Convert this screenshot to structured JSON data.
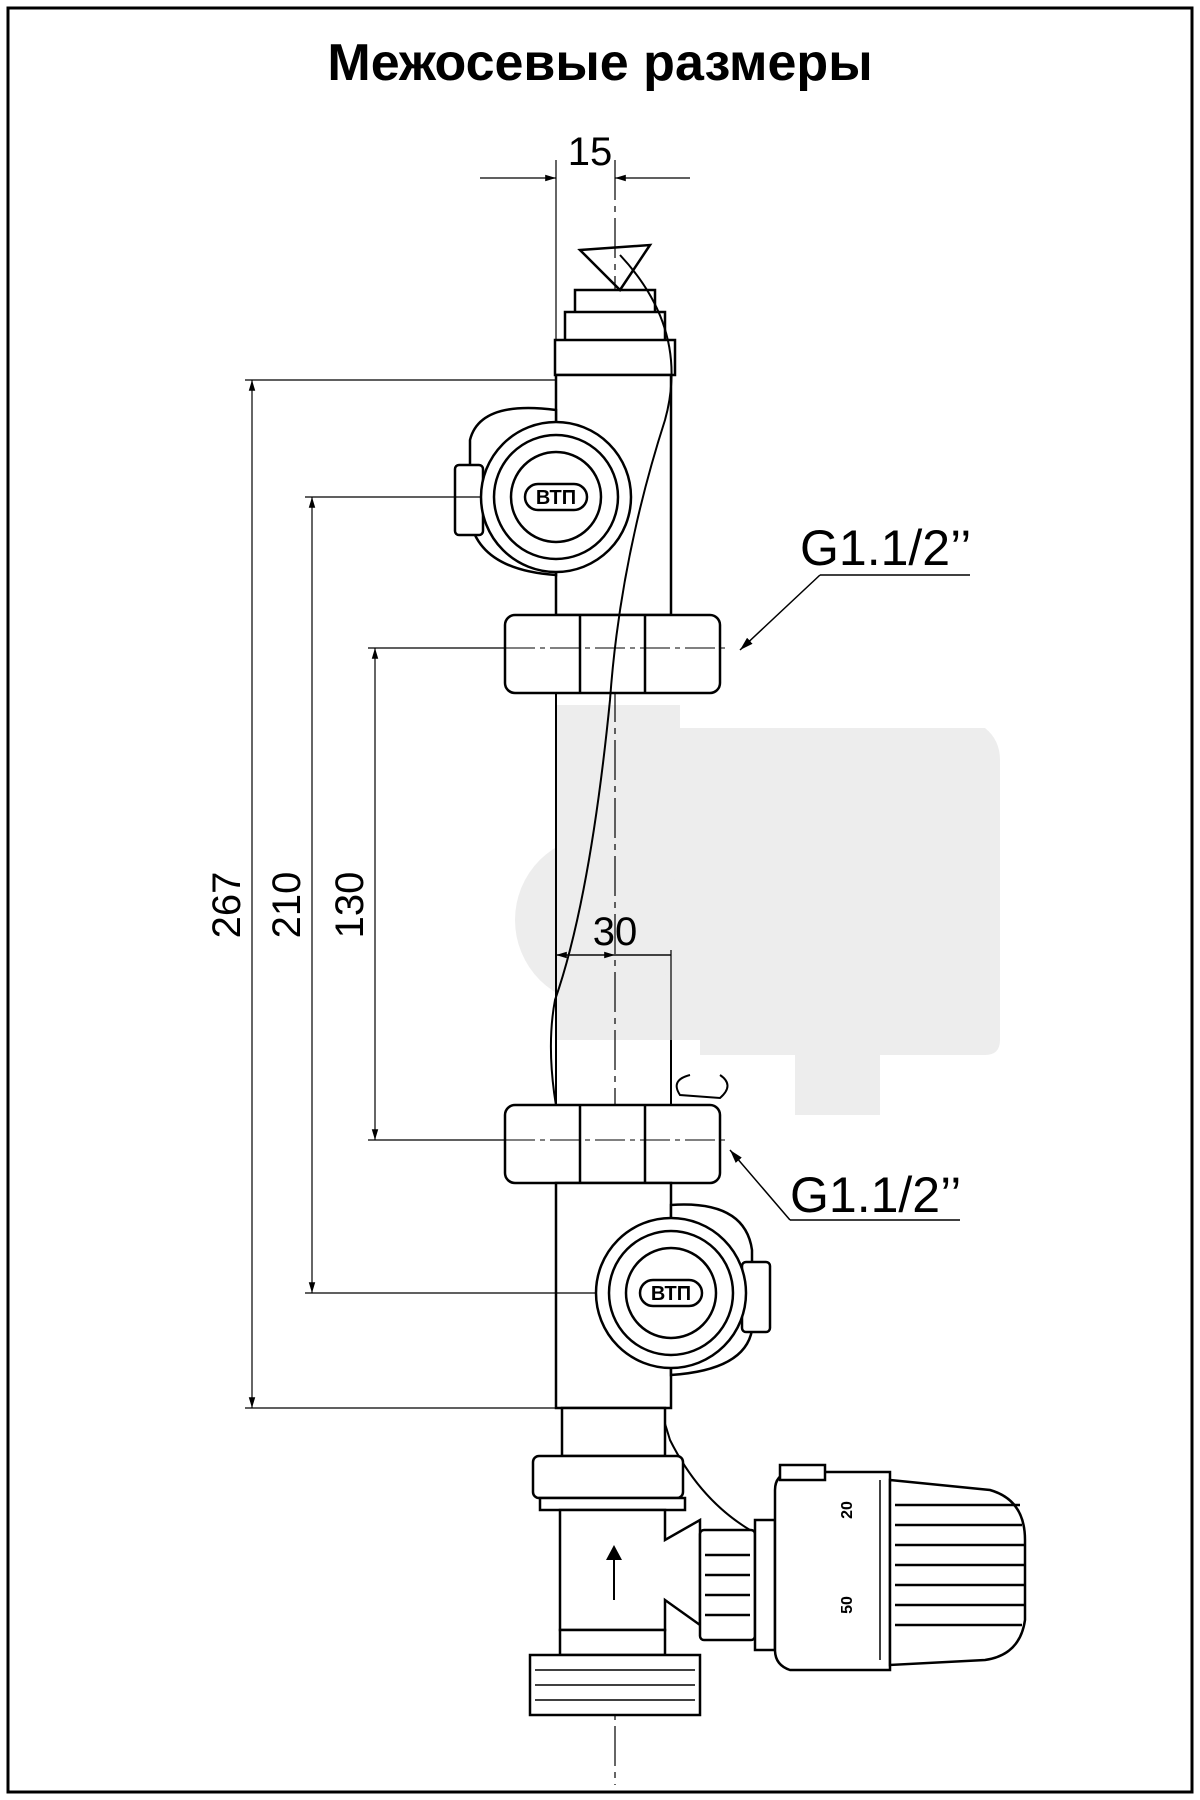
{
  "title": "Межосевые размеры",
  "dimensions": {
    "top_width": "15",
    "mid_width": "30",
    "v267": "267",
    "v210": "210",
    "v130": "130"
  },
  "threads": {
    "upper": "G1.1/2’’",
    "lower": "G1.1/2’’"
  },
  "logo": "ВТП",
  "thermo_scale": {
    "mark_high": "20",
    "mark_low": "50"
  },
  "colors": {
    "line": "#000000",
    "pump_shadow": "#ededed",
    "background": "#ffffff"
  }
}
